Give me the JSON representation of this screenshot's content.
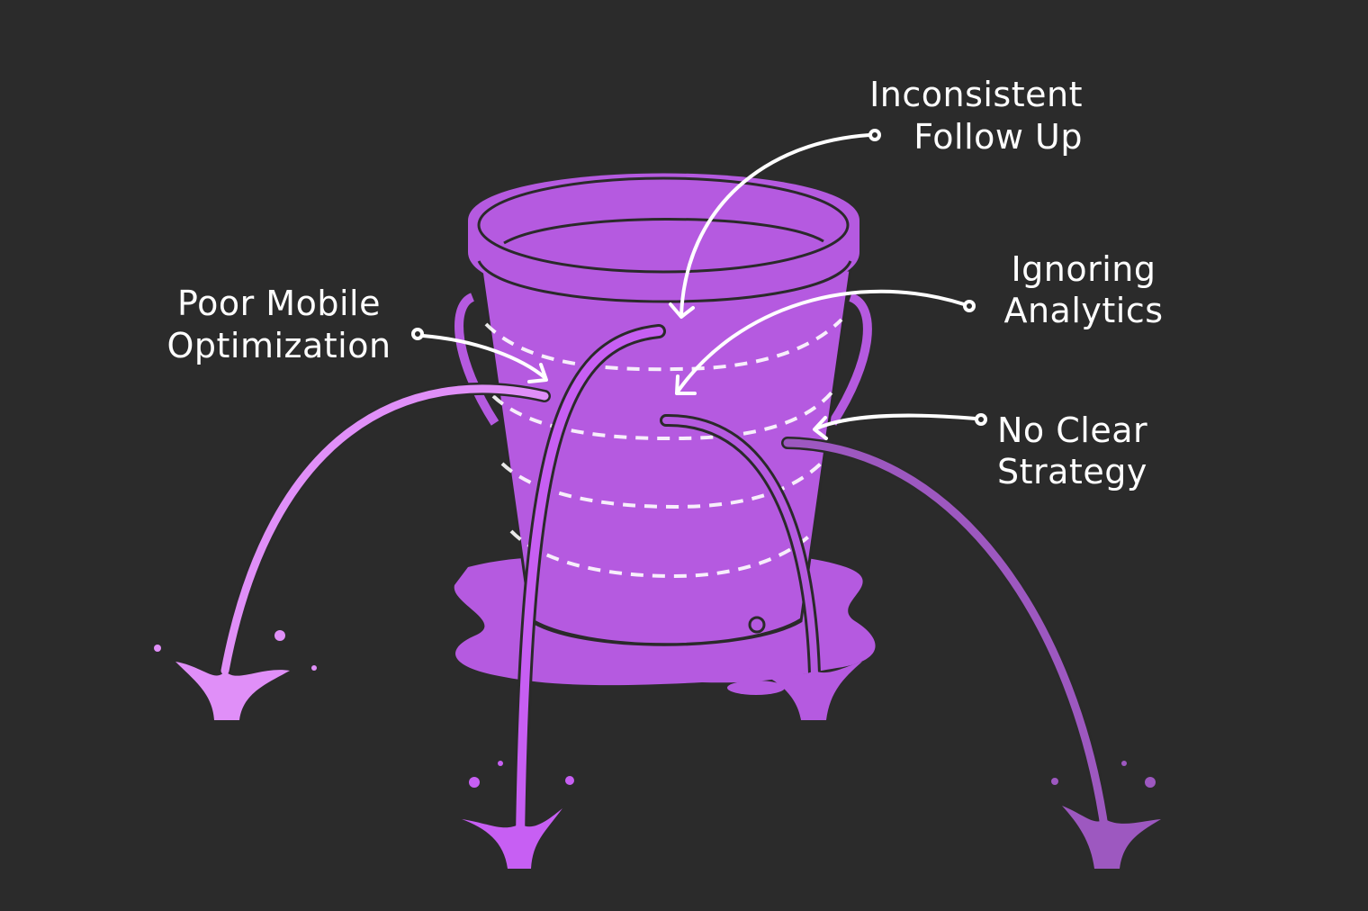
{
  "labels": {
    "inconsistent_follow_up": [
      "Inconsistent",
      "Follow Up"
    ],
    "ignoring_analytics": [
      "Ignoring",
      "Analytics"
    ],
    "poor_mobile": [
      "Poor Mobile",
      "Optimization"
    ],
    "no_clear_strategy": [
      "No Clear",
      "Strategy"
    ]
  },
  "colors": {
    "background": "#2b2b2b",
    "bucket": "#b55ae0",
    "outline": "#2a2a2a",
    "stream_left": "#e08ff8",
    "stream_middle": "#c75ff3",
    "stream_right": "#9d58c0",
    "arrow": "#ffffff"
  }
}
